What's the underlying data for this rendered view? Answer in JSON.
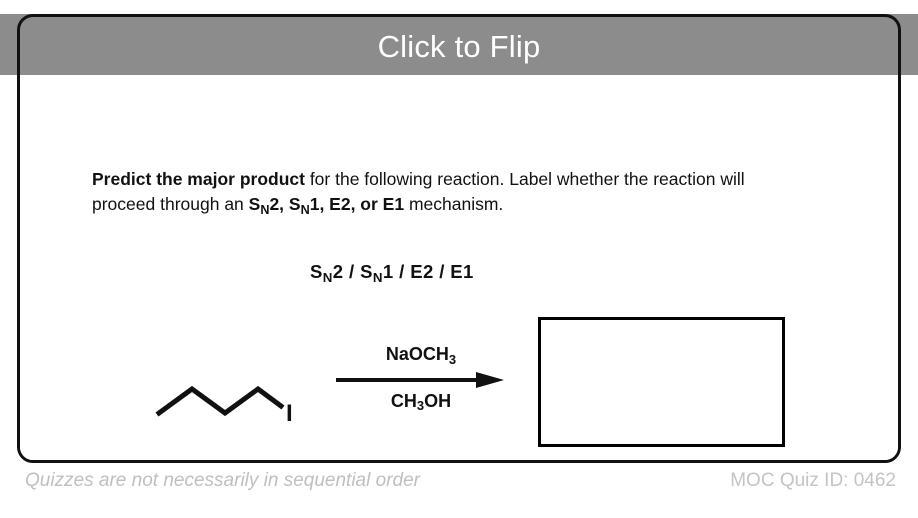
{
  "card": {
    "header": {
      "title": "Click to Flip",
      "background_color": "#8c8c8c",
      "text_color": "#ffffff"
    },
    "border_color": "#111111"
  },
  "question": {
    "bold_lead": "Predict the major product",
    "text_after_lead": " for the following reaction. Label whether the reaction will proceed through an ",
    "mechanism_inline_1": "S",
    "mechanism_inline_1_sub": "N",
    "mechanism_inline_1_num": "2, ",
    "mechanism_inline_2": "S",
    "mechanism_inline_2_sub": "N",
    "mechanism_inline_2_num": "1, E2, or E1",
    "text_tail": " mechanism.",
    "full_text": "Predict the major product for the following reaction. Label whether the reaction will proceed through an SN2, SN1, E2, or E1 mechanism."
  },
  "choices": {
    "line": "SN2 / SN1 / E2 / E1",
    "options": [
      "SN2",
      "SN1",
      "E2",
      "E1"
    ],
    "separator": "/"
  },
  "reaction": {
    "substrate": {
      "name": "1-iodobutane",
      "halide_label": "I",
      "skeleton": "zigzag four-carbon chain"
    },
    "reagent_above_arrow": {
      "formula": "NaOCH",
      "subscript": "3"
    },
    "reagent_below_arrow": {
      "formula": "CH",
      "subscript": "3",
      "suffix": "OH"
    },
    "arrow": "reaction-arrow-right",
    "product_box": {
      "content": "",
      "border_color": "#000000"
    }
  },
  "footer": {
    "note": "Quizzes are not necessarily in sequential order",
    "quiz_id": "MOC Quiz ID: 0462",
    "text_color": "#bfbfbf"
  }
}
